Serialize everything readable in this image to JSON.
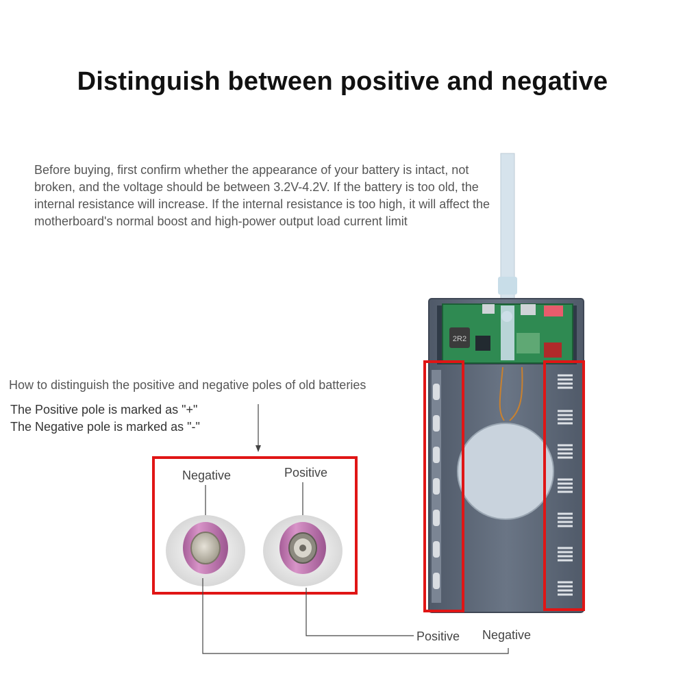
{
  "title": "Distinguish between positive and negative",
  "description": "Before buying, first confirm whether the appearance of your battery is intact, not broken, and the voltage should be between 3.2V-4.2V. If the battery is too old, the internal resistance will increase. If the internal resistance is too high, it will affect the motherboard's normal boost and high-power output load current limit",
  "howto": "How to distinguish the positive and negative poles of old batteries",
  "pole_rules": [
    "The Positive pole is marked as \"+\"",
    "The Negative pole is marked as \"-\""
  ],
  "inset_labels": {
    "negative": "Negative",
    "positive": "Positive"
  },
  "bottom_labels": {
    "positive": "Positive",
    "negative": "Negative"
  },
  "board_marking": "2R2",
  "colors": {
    "highlight": "#e01515",
    "case": "#5f6a7a",
    "battery": "#c27ab0"
  }
}
